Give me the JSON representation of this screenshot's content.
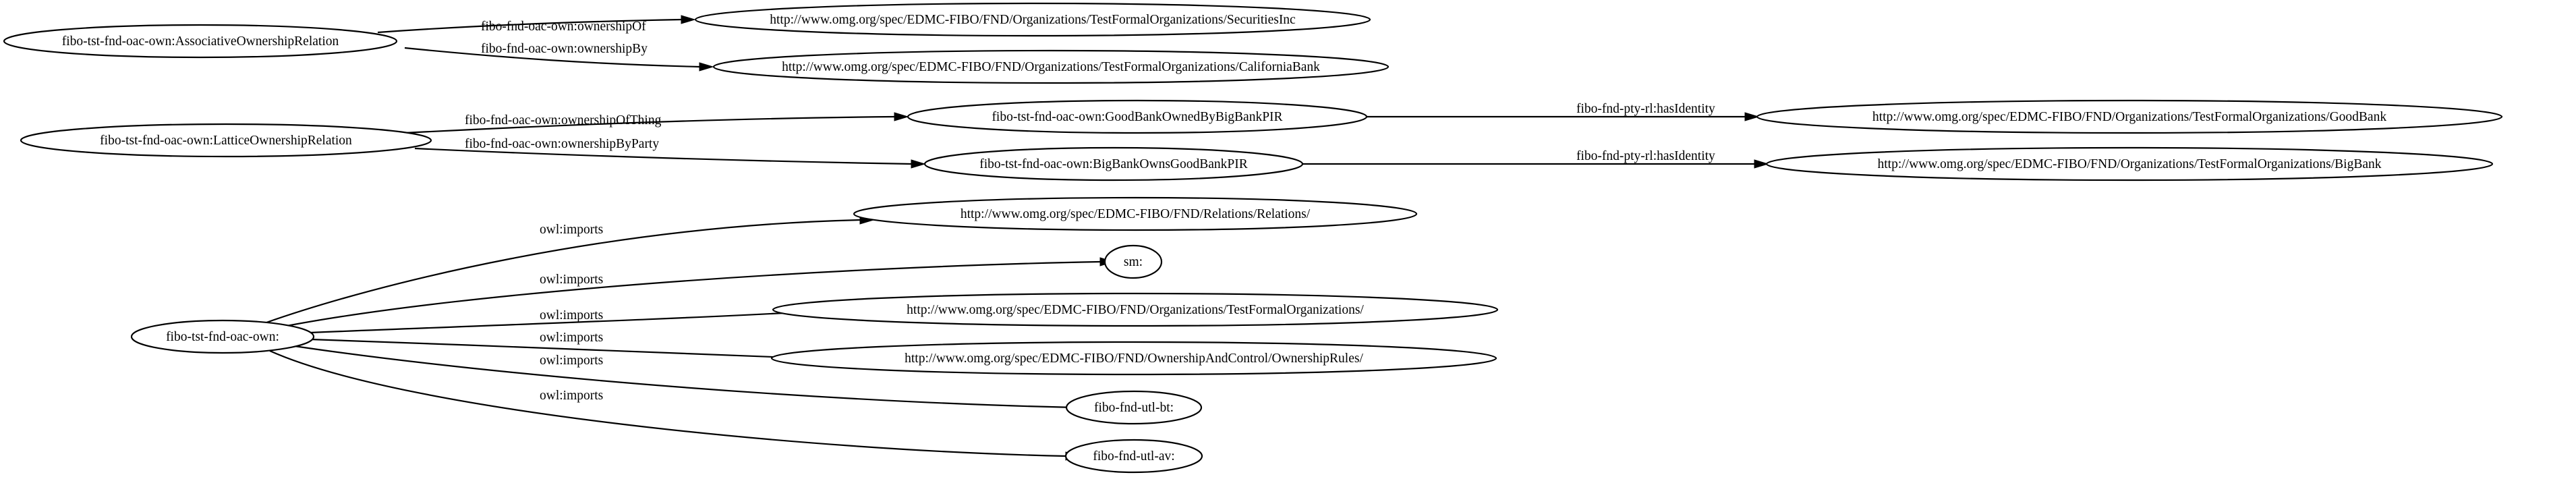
{
  "nodes": {
    "assoc": "fibo-tst-fnd-oac-own:AssociativeOwnershipRelation",
    "securities": "http://www.omg.org/spec/EDMC-FIBO/FND/Organizations/TestFormalOrganizations/SecuritiesInc",
    "california": "http://www.omg.org/spec/EDMC-FIBO/FND/Organizations/TestFormalOrganizations/CaliforniaBank",
    "lattice": "fibo-tst-fnd-oac-own:LatticeOwnershipRelation",
    "goodowned": "fibo-tst-fnd-oac-own:GoodBankOwnedByBigBankPIR",
    "bigowns": "fibo-tst-fnd-oac-own:BigBankOwnsGoodBankPIR",
    "goodbank": "http://www.omg.org/spec/EDMC-FIBO/FND/Organizations/TestFormalOrganizations/GoodBank",
    "bigbank": "http://www.omg.org/spec/EDMC-FIBO/FND/Organizations/TestFormalOrganizations/BigBank",
    "ontology": "fibo-tst-fnd-oac-own:",
    "relations": "http://www.omg.org/spec/EDMC-FIBO/FND/Relations/Relations/",
    "sm": "sm:",
    "testformal": "http://www.omg.org/spec/EDMC-FIBO/FND/Organizations/TestFormalOrganizations/",
    "ownershiprules": "http://www.omg.org/spec/EDMC-FIBO/FND/OwnershipAndControl/OwnershipRules/",
    "utlbt": "fibo-fnd-utl-bt:",
    "utlav": "fibo-fnd-utl-av:"
  },
  "edges": [
    {
      "from": "assoc",
      "to": "securities",
      "label": "fibo-fnd-oac-own:ownershipOf"
    },
    {
      "from": "assoc",
      "to": "california",
      "label": "fibo-fnd-oac-own:ownershipBy"
    },
    {
      "from": "lattice",
      "to": "goodowned",
      "label": "fibo-fnd-oac-own:ownershipOfThing"
    },
    {
      "from": "lattice",
      "to": "bigowns",
      "label": "fibo-fnd-oac-own:ownershipByParty"
    },
    {
      "from": "goodowned",
      "to": "goodbank",
      "label": "fibo-fnd-pty-rl:hasIdentity"
    },
    {
      "from": "bigowns",
      "to": "bigbank",
      "label": "fibo-fnd-pty-rl:hasIdentity"
    },
    {
      "from": "ontology",
      "to": "relations",
      "label": "owl:imports"
    },
    {
      "from": "ontology",
      "to": "sm",
      "label": "owl:imports"
    },
    {
      "from": "ontology",
      "to": "testformal",
      "label": "owl:imports"
    },
    {
      "from": "ontology",
      "to": "ownershiprules",
      "label": "owl:imports"
    },
    {
      "from": "ontology",
      "to": "utlbt",
      "label": "owl:imports"
    },
    {
      "from": "ontology",
      "to": "utlav",
      "label": "owl:imports"
    }
  ]
}
